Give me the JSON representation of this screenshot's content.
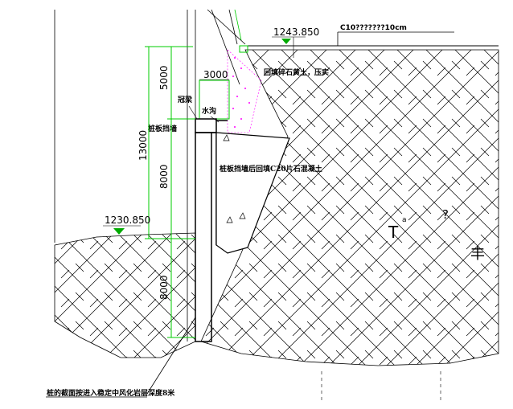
{
  "drawing": {
    "elevations": {
      "top": "1243.850",
      "left": "1230.850"
    },
    "dimensions": {
      "total": "13000",
      "upper": "5000",
      "middle": "8000",
      "lower": "8000",
      "width_top": "3000"
    },
    "labels": {
      "surface_layer": "C10???????10cm",
      "backfill": "回填碎石黄土，压实",
      "coping": "冠梁",
      "ditch": "水沟",
      "pile_wall": "桩板挡墙",
      "concrete_fill": "桩板挡墙后回填C20片石混凝土",
      "concrete_grade": "C20",
      "footnote": "桩的截面按进入稳定中风化岩层深度8米",
      "rock_symbol_t": "T",
      "rock_symbol_sub": "a",
      "rock_q": "?",
      "rock_right": "丰"
    }
  },
  "colors": {
    "dimension": "#00cc00",
    "elevation_marker": "#00aa00",
    "backfill_dots": "#ff00ff",
    "lines": "#000000"
  }
}
